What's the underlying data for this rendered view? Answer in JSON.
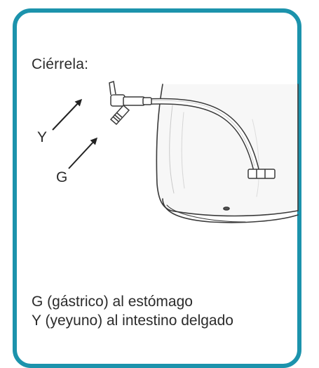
{
  "instruction": "Ciérrela:",
  "labels": {
    "y": "Y",
    "g": "G"
  },
  "legend": {
    "g": "G (gástrico) al estómago",
    "y": "Y (yeyuno) al intestino delgado"
  },
  "colors": {
    "frame": "#1c93ac",
    "text": "#2b2b2b",
    "line": "#222222"
  }
}
